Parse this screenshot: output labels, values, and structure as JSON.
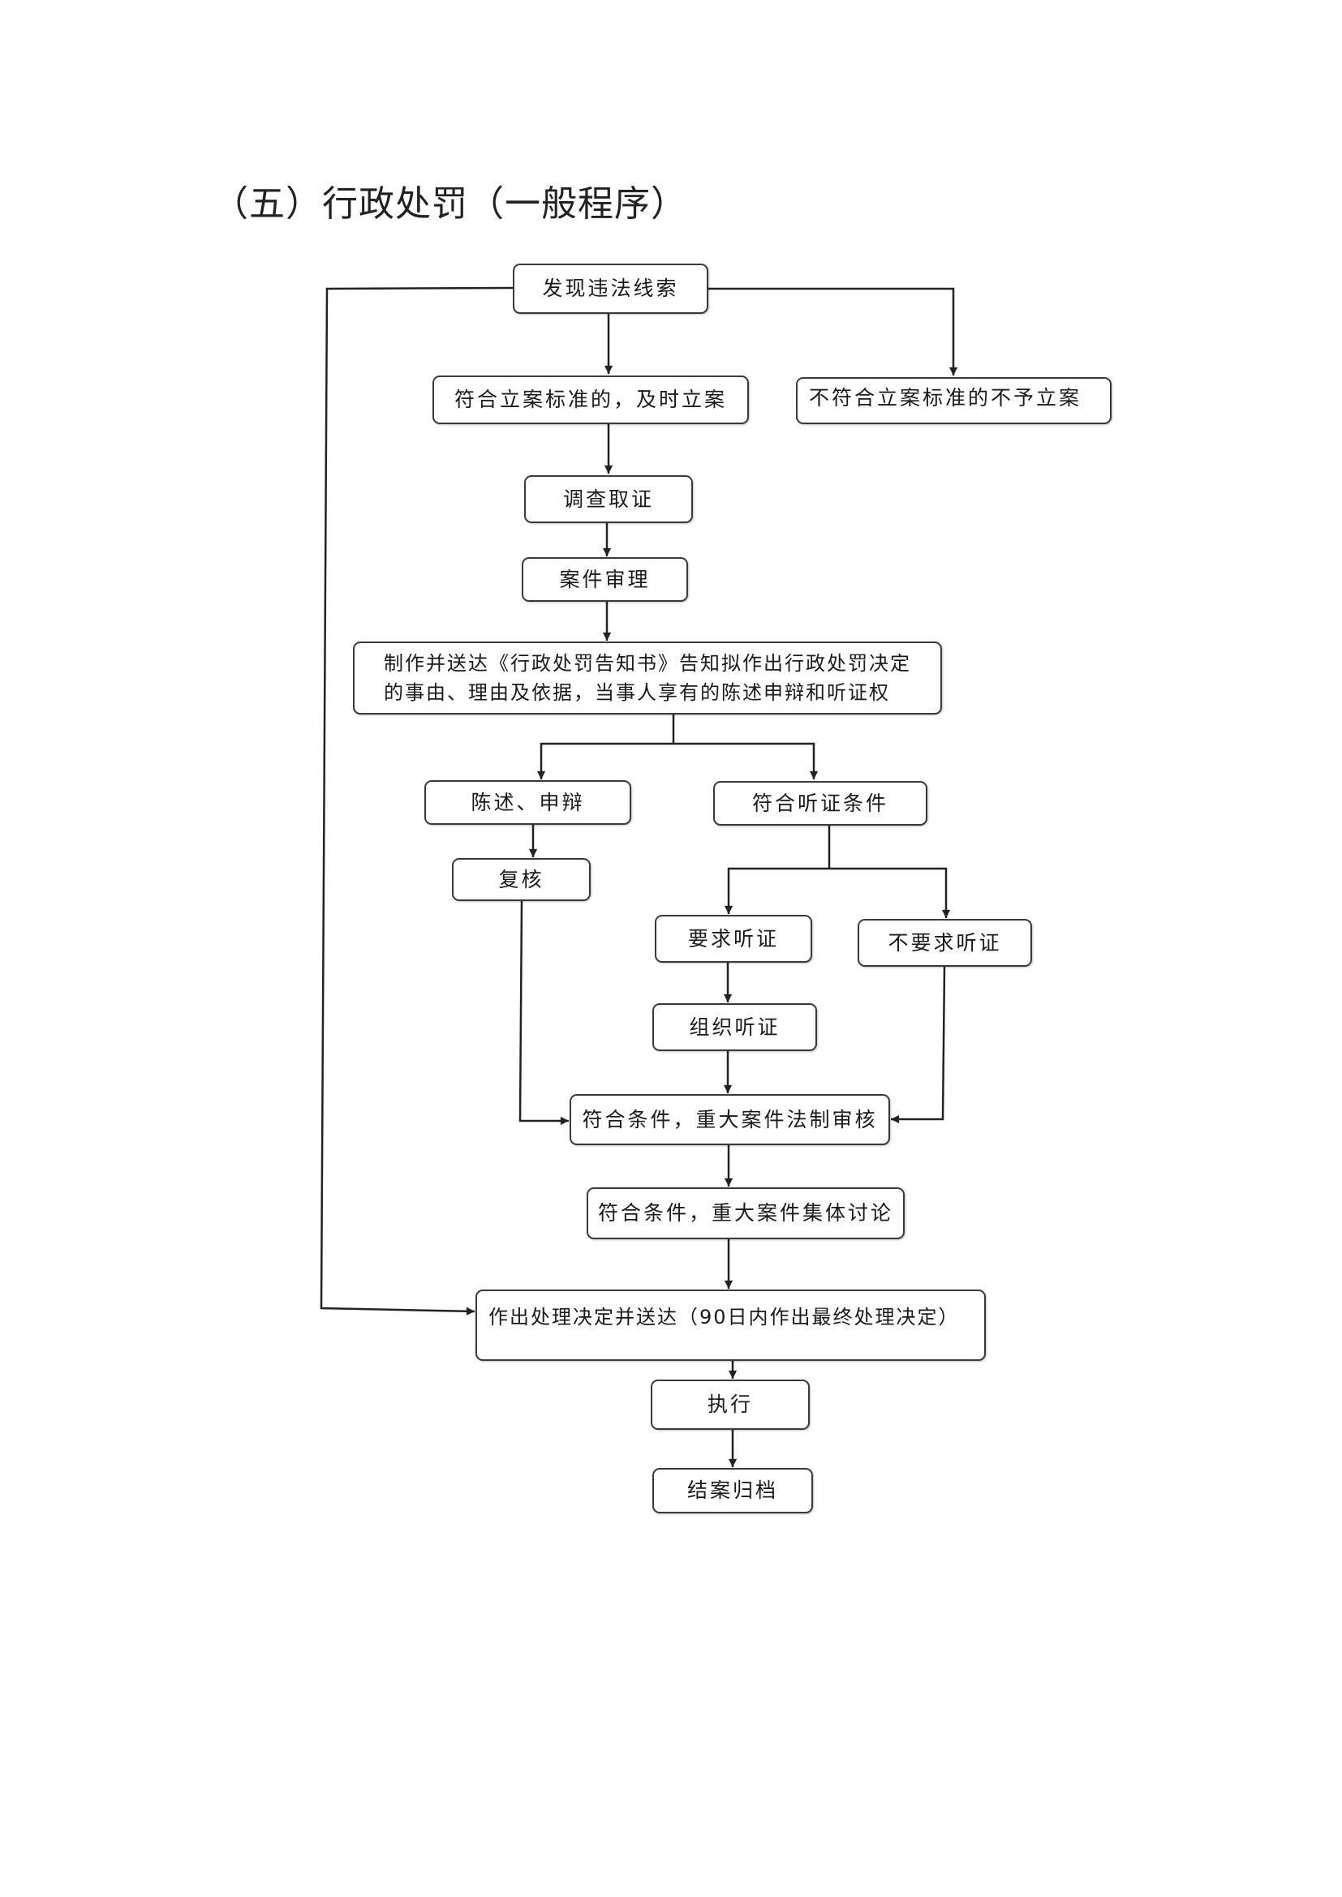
{
  "page": {
    "title": "（五）行政处罚（一般程序）"
  },
  "flowchart": {
    "nodes": {
      "discover": "发现违法线索",
      "file_case": "符合立案标准的，及时立案",
      "no_file": "不符合立案标准的不予立案",
      "investigate": "调查取证",
      "review_case": "案件审理",
      "notify": "制作并送达《行政处罚告知书》告知拟作出行政处罚决定\n的事由、理由及依据，当事人享有的陈述申辩和听证权",
      "statement": "陈述、申辩",
      "hearing_cond": "符合听证条件",
      "recheck": "复核",
      "request_hearing": "要求听证",
      "no_request_hearing": "不要求听证",
      "organize_hearing": "组织听证",
      "legal_review": "符合条件，重大案件法制审核",
      "collective_discussion": "符合条件，重大案件集体讨论",
      "decision": "作出处理决定并送达（90日内作出最终处理决定）",
      "execute": "执行",
      "archive": "结案归档"
    },
    "edges": [
      {
        "from": "发现违法线索",
        "to": "符合立案标准的，及时立案"
      },
      {
        "from": "发现违法线索",
        "to": "不符合立案标准的不予立案"
      },
      {
        "from": "发现违法线索",
        "to": "作出处理决定并送达（90日内作出最终处理决定）"
      },
      {
        "from": "符合立案标准的，及时立案",
        "to": "调查取证"
      },
      {
        "from": "调查取证",
        "to": "案件审理"
      },
      {
        "from": "案件审理",
        "to": "制作并送达《行政处罚告知书》"
      },
      {
        "from": "制作并送达《行政处罚告知书》",
        "to": "陈述、申辩"
      },
      {
        "from": "制作并送达《行政处罚告知书》",
        "to": "符合听证条件"
      },
      {
        "from": "陈述、申辩",
        "to": "复核"
      },
      {
        "from": "符合听证条件",
        "to": "要求听证"
      },
      {
        "from": "符合听证条件",
        "to": "不要求听证"
      },
      {
        "from": "要求听证",
        "to": "组织听证"
      },
      {
        "from": "组织听证",
        "to": "符合条件，重大案件法制审核"
      },
      {
        "from": "复核",
        "to": "符合条件，重大案件法制审核"
      },
      {
        "from": "不要求听证",
        "to": "符合条件，重大案件法制审核"
      },
      {
        "from": "符合条件，重大案件法制审核",
        "to": "符合条件，重大案件集体讨论"
      },
      {
        "from": "符合条件，重大案件集体讨论",
        "to": "作出处理决定并送达（90日内作出最终处理决定）"
      },
      {
        "from": "作出处理决定并送达（90日内作出最终处理决定）",
        "to": "执行"
      },
      {
        "from": "执行",
        "to": "结案归档"
      }
    ]
  }
}
